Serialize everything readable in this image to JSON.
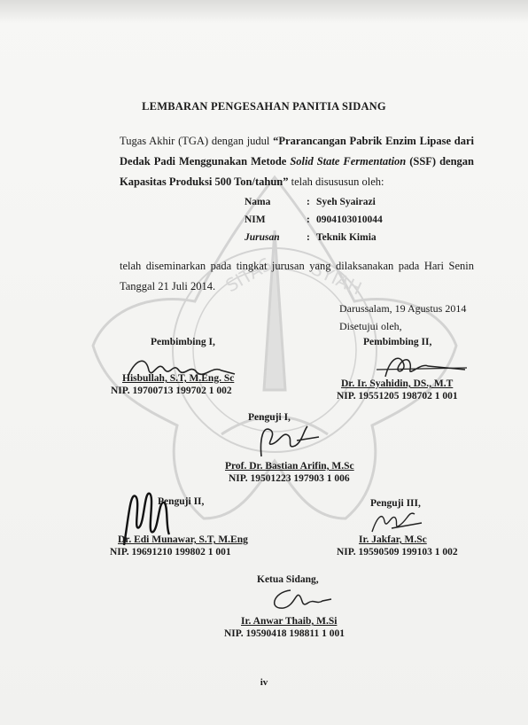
{
  "title": "LEMBARAN PENGESAHAN PANITIA SIDANG",
  "intro": {
    "prefix": "Tugas Akhir (TGA) dengan judul",
    "title_part1": "“Prarancangan Pabrik Enzim Lipase dari Dedak Padi Menggunakan Metode",
    "title_italic": "Solid State Fermentation",
    "title_part2": "(SSF) dengan Kapasitas Produksi  500 Ton/tahun”",
    "suffix": "telah disususun oleh:"
  },
  "separator": ":",
  "student": [
    {
      "label": "Nama",
      "value": "Syeh Syairazi"
    },
    {
      "label": "NIM",
      "value": "0904103010044"
    },
    {
      "label": "Jurusan",
      "value": "Teknik Kimia"
    }
  ],
  "seminar_text": "telah diseminarkan pada tingkat jurusan yang dilaksanakan pada Hari Senin Tanggal 21 Juli 2014.",
  "place_date": "Darussalam, 19 Agustus 2014",
  "approved_by": "Disetujui oleh,",
  "signatories": {
    "advisor1": {
      "role": "Pembimbing I,",
      "name": "Hisbullah, S.T, M.Eng. Sc",
      "nip": "NIP. 19700713 199702 1 002"
    },
    "advisor2": {
      "role": "Pembimbing II,",
      "name": "Dr. Ir. Syahidin, DS., M.T",
      "nip": "NIP. 19551205 198702 1 001"
    },
    "examiner1": {
      "role": "Penguji I,",
      "name": "Prof. Dr. Bastian Arifin, M.Sc",
      "nip": "NIP. 19501223 197903 1 006"
    },
    "examiner2": {
      "role": "Penguji II,",
      "name": "Dr. Edi Munawar, S.T, M.Eng",
      "nip": "NIP. 19691210 199802 1 001"
    },
    "examiner3": {
      "role": "Penguji III,",
      "name": "Ir. Jakfar, M.Sc",
      "nip": "NIP. 19590509 199103 1 002"
    },
    "chair": {
      "role": "Ketua Sidang,",
      "name": "Ir. Anwar Thaib, M.Si",
      "nip": "NIP. 19590418 198811 1 001"
    }
  },
  "page_number": "iv"
}
